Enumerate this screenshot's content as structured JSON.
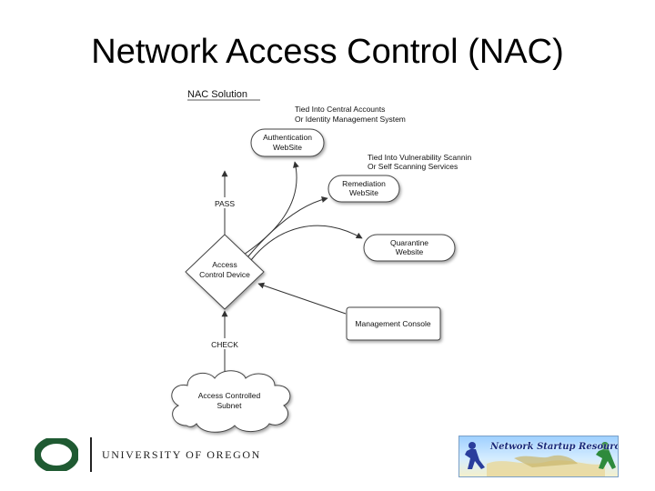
{
  "slide": {
    "title": "Network Access Control (NAC)"
  },
  "diagram": {
    "heading": "NAC Solution",
    "nodes": {
      "auth": {
        "label_line1": "Authentication",
        "label_line2": "WebSite"
      },
      "remediation": {
        "label_line1": "Remediation",
        "label_line2": "WebSite"
      },
      "quarantine": {
        "label_line1": "Quarantine",
        "label_line2": "Website"
      },
      "access_device": {
        "label_line1": "Access",
        "label_line2": "Control Device"
      },
      "management": {
        "label": "Management Console"
      },
      "subnet": {
        "label_line1": "Access Controlled",
        "label_line2": "Subnet"
      }
    },
    "notes": {
      "accounts_line1": "Tied Into Central Accounts",
      "accounts_line2": "Or Identity Management System",
      "vuln_line1": "Tied Into Vulnerability Scannin",
      "vuln_line2": "Or Self Scanning Services"
    },
    "edge_labels": {
      "pass": "PASS",
      "check": "CHECK"
    }
  },
  "footer": {
    "university": "UNIVERSITY OF OREGON",
    "uo_color": "#1f5a32",
    "nsrc_text": "Network Startup Resource Center"
  }
}
